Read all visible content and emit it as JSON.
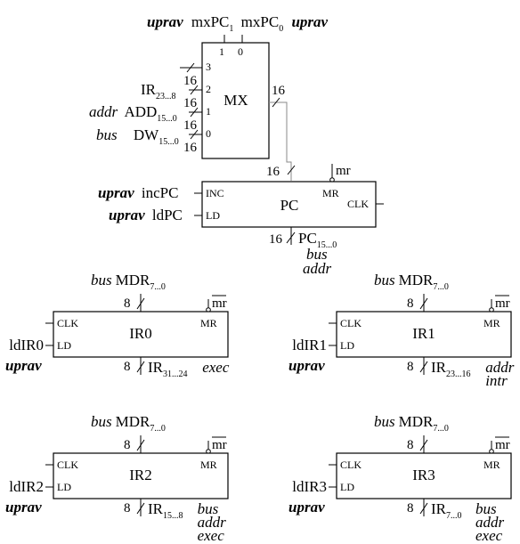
{
  "mx": {
    "top_left_tag": "uprav",
    "sel1": "mxPC",
    "sel1_sub": "1",
    "sel0": "mxPC",
    "sel0_sub": "0",
    "top_right_tag": "uprav",
    "pin1": "1",
    "pin0": "0",
    "title": "MX",
    "in3": "3",
    "in2": "2",
    "in1": "1",
    "in0": "0",
    "w3": "16",
    "w2": "16",
    "w1": "16",
    "w0": "16",
    "src_ir": "IR",
    "src_ir_sub": "23...8",
    "src_add_tag": "addr",
    "src_add": "ADD",
    "src_add_sub": "15...0",
    "src_dw_tag": "bus",
    "src_dw": "DW",
    "src_dw_sub": "15...0",
    "out_width": "16"
  },
  "pc": {
    "in_width": "16",
    "mr_signal": "mr",
    "title": "PC",
    "inc_tag": "uprav",
    "inc_sig": "incPC",
    "ld_tag": "uprav",
    "ld_sig": "ldPC",
    "pin_inc": "INC",
    "pin_ld": "LD",
    "pin_mr": "MR",
    "pin_clk": "CLK",
    "out_width": "16",
    "out": "PC",
    "out_sub": "15...0",
    "out_tag1": "bus",
    "out_tag2": "addr"
  },
  "regs": [
    {
      "title": "IR0",
      "in_tag": "bus",
      "in": "MDR",
      "in_sub": "7...0",
      "in_width": "8",
      "mr": "mr",
      "pin_clk": "CLK",
      "pin_ld": "LD",
      "pin_mr": "MR",
      "ld_sig": "ldIR0",
      "ld_tag": "uprav",
      "out_width": "8",
      "out": "IR",
      "out_sub": "31...24",
      "tags": [
        "exec"
      ]
    },
    {
      "title": "IR1",
      "in_tag": "bus",
      "in": "MDR",
      "in_sub": "7...0",
      "in_width": "8",
      "mr": "mr",
      "pin_clk": "CLK",
      "pin_ld": "LD",
      "pin_mr": "MR",
      "ld_sig": "ldIR1",
      "ld_tag": "uprav",
      "out_width": "8",
      "out": "IR",
      "out_sub": "23...16",
      "tags": [
        "addr",
        "intr"
      ]
    },
    {
      "title": "IR2",
      "in_tag": "bus",
      "in": "MDR",
      "in_sub": "7...0",
      "in_width": "8",
      "mr": "mr",
      "pin_clk": "CLK",
      "pin_ld": "LD",
      "pin_mr": "MR",
      "ld_sig": "ldIR2",
      "ld_tag": "uprav",
      "out_width": "8",
      "out": "IR",
      "out_sub": "15...8",
      "tags": [
        "bus",
        "addr",
        "exec"
      ]
    },
    {
      "title": "IR3",
      "in_tag": "bus",
      "in": "MDR",
      "in_sub": "7...0",
      "in_width": "8",
      "mr": "mr",
      "pin_clk": "CLK",
      "pin_ld": "LD",
      "pin_mr": "MR",
      "ld_sig": "ldIR3",
      "ld_tag": "uprav",
      "out_width": "8",
      "out": "IR",
      "out_sub": "7...0",
      "tags": [
        "bus",
        "addr",
        "exec"
      ]
    }
  ]
}
